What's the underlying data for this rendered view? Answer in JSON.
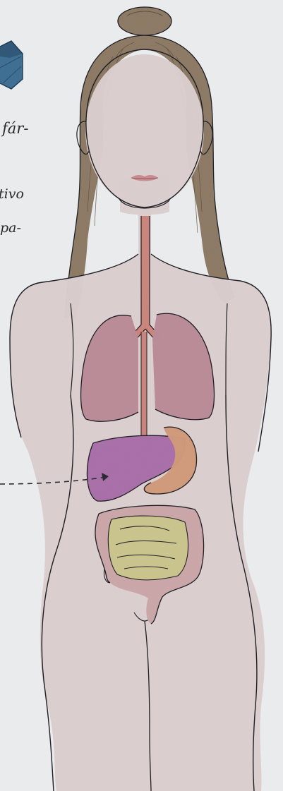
{
  "notes": {
    "line1": "fár-",
    "line2": "tivo",
    "line3": "pa-"
  },
  "colors": {
    "paper": "#e9ebec",
    "skin": "#d9cdcd",
    "hair": "#8c7a66",
    "hair_dark": "#5e5040",
    "lungs": "#b98c98",
    "trachea": "#c9857c",
    "liver": "#a870a8",
    "stomach": "#cf9a7c",
    "large_intestine": "#c9a6a8",
    "small_intestine": "#c9c48e",
    "lips": "#c98b8f",
    "ink": "#1f1f24",
    "blue_shape": "#3f6f93",
    "arrow_ink": "#2b2b33"
  },
  "icons": {
    "figure": "female-digestive-system-drawing",
    "corner_shape": "blue-cube-icon",
    "pointer": "dashed-arrow-icon"
  }
}
